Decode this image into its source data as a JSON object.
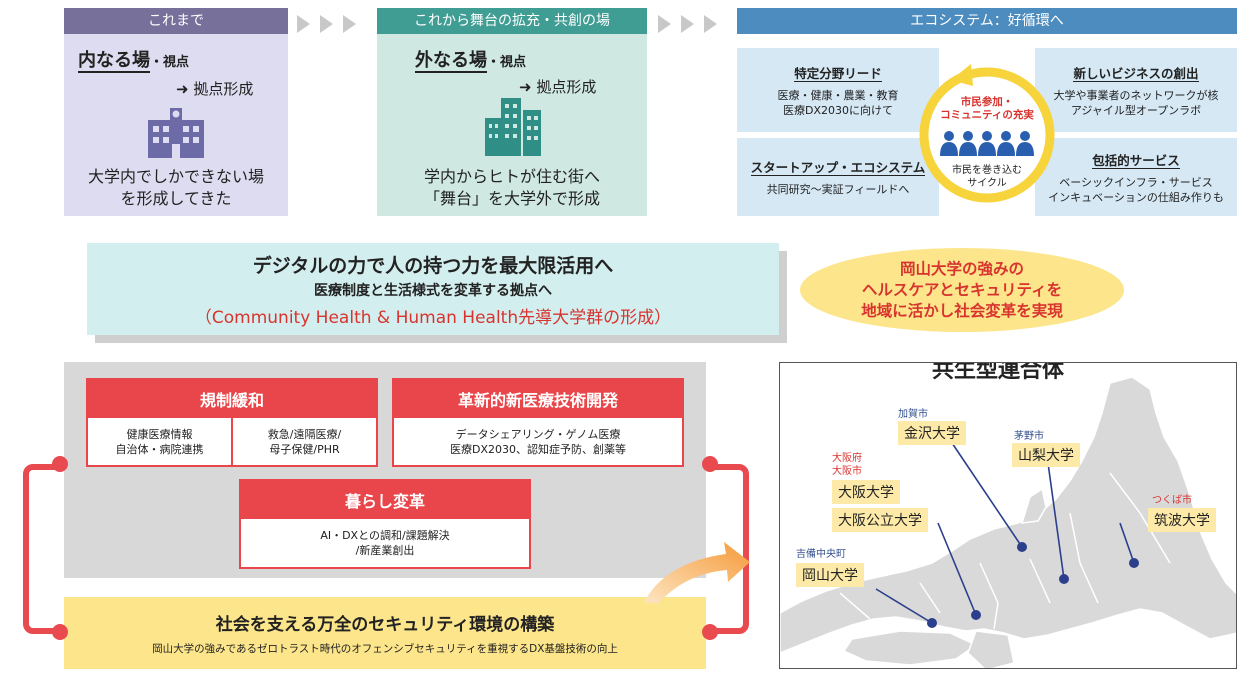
{
  "past": {
    "header": "これまで",
    "title_main": "内なる場",
    "title_suffix": "・視点",
    "arrow_text": "拠点形成",
    "desc_line1": "大学内でしかできない場",
    "desc_line2": "を形成してきた",
    "icon": "university-building-icon"
  },
  "future": {
    "header": "これから舞台の拡充・共創の場",
    "title_main": "外なる場",
    "title_suffix": "・視点",
    "arrow_text": "拠点形成",
    "desc_line1": "学内からヒトが住む街へ",
    "desc_line2": "「舞台」を大学外で形成",
    "icon": "city-buildings-icon"
  },
  "ecosystem": {
    "header": "エコシステム：好循環へ",
    "boxes": [
      {
        "title": "特定分野リード",
        "line1": "医療・健康・農業・教育",
        "line2": "医療DX2030に向けて"
      },
      {
        "title": "新しいビジネスの創出",
        "line1": "大学や事業者のネットワークが核",
        "line2": "アジャイル型オープンラボ"
      },
      {
        "title": "スタートアップ・エコシステム",
        "line1": "共同研究〜実証フィールドへ",
        "line2": ""
      },
      {
        "title": "包括的サービス",
        "line1": "ベーシックインフラ・サービス",
        "line2": "インキュベーションの仕組み作りも"
      }
    ],
    "cycle_top1": "市民参加・",
    "cycle_top2": "コミュニティの充実",
    "cycle_bottom1": "市民を巻き込む",
    "cycle_bottom2": "サイクル"
  },
  "mission": {
    "line1": "デジタルの力で人の持つ力を最大限活用へ",
    "line2": "医療制度と生活様式を変革する拠点へ",
    "line3": "（Community Health & Human Health先導大学群の形成）"
  },
  "strength": {
    "line1": "岡山大学の強みの",
    "line2": "ヘルスケアとセキュリティを",
    "line3": "地域に活かし社会変革を実現"
  },
  "reform": {
    "dereg_title": "規制緩和",
    "dereg_cell1_line1": "健康医療情報",
    "dereg_cell1_line2": "自治体・病院連携",
    "dereg_cell2_line1": "救急/遠隔医療/",
    "dereg_cell2_line2": "母子保健/PHR",
    "tech_title": "革新的新医療技術開発",
    "tech_line1": "データシェアリング・ゲノム医療",
    "tech_line2": "医療DX2030、認知症予防、創薬等",
    "life_title": "暮らし変革",
    "life_line1": "AI・DXとの調和/課題解決",
    "life_line2": "/新産業創出"
  },
  "security": {
    "title": "社会を支える万全のセキュリティ環境の構築",
    "subtitle": "岡山大学の強みであるゼロトラスト時代のオフェンシブセキュリティを重視するDX基盤技術の向上"
  },
  "consortium": {
    "title": "共生型連合体",
    "universities": [
      {
        "name": "金沢大学",
        "city": "加賀市",
        "city_color": "blue"
      },
      {
        "name": "山梨大学",
        "city": "茅野市",
        "city_color": "blue"
      },
      {
        "name": "大阪大学",
        "city": "大阪府",
        "city_color": "red"
      },
      {
        "name": "大阪公立大学",
        "city": "大阪市",
        "city_color": "red"
      },
      {
        "name": "筑波大学",
        "city": "つくば市",
        "city_color": "red"
      },
      {
        "name": "岡山大学",
        "city": "吉備中央町",
        "city_color": "blue"
      }
    ]
  },
  "colors": {
    "purple": "#77709a",
    "teal": "#3f9d93",
    "blue": "#4d8cbf",
    "red": "#e8464a",
    "yellow": "#fce58a",
    "navy": "#2b3f8c"
  }
}
